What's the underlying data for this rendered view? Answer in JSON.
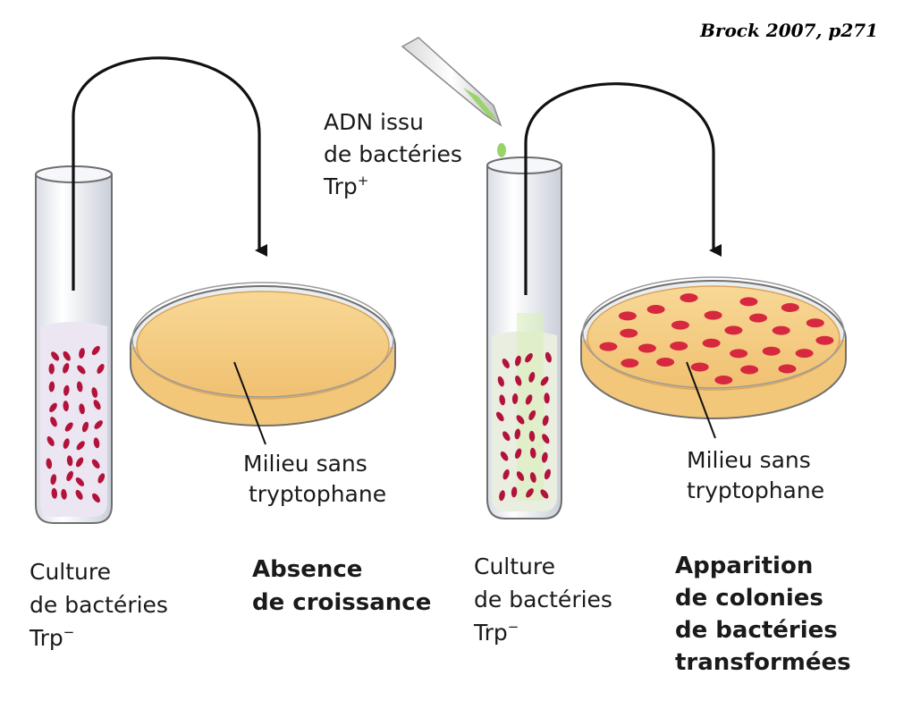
{
  "citation": "Brock 2007, p271",
  "dna_label": {
    "line1": "ADN issu",
    "line2": "de bactéries",
    "line3": "Trp",
    "line3_sup": "+"
  },
  "left": {
    "tube_label": {
      "line1": "Culture",
      "line2": "de bactéries",
      "line3": "Trp",
      "line3_sup": "−"
    },
    "medium_label": {
      "line1": "Milieu sans",
      "line2": "tryptophane"
    },
    "result": {
      "line1": "Absence",
      "line2": "de croissance"
    }
  },
  "right": {
    "tube_label": {
      "line1": "Culture",
      "line2": "de bactéries",
      "line3": "Trp",
      "line3_sup": "−"
    },
    "medium_label": {
      "line1": "Milieu sans",
      "line2": "tryptophane"
    },
    "result": {
      "line1": "Apparition",
      "line2": "de colonies",
      "line3": "de bactéries",
      "line4": "transformées"
    }
  },
  "colors": {
    "bacteria": "#b3123a",
    "colony": "#d6283f",
    "agar": "#f6d08f",
    "agar_edge": "#e2a654",
    "dna_drop": "#9ad36a",
    "tube_fill": "#ece7f2",
    "glass": "#7a7a7a",
    "arrow": "#111111"
  }
}
